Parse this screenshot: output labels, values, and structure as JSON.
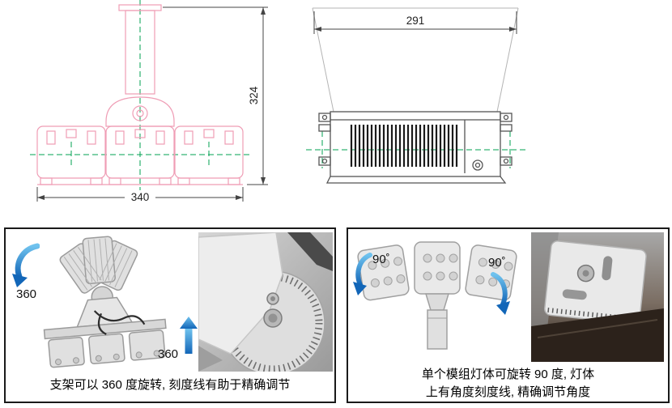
{
  "drawings": {
    "front_view": {
      "height_dim": "324",
      "width_dim": "340"
    },
    "side_view": {
      "width_dim": "291"
    }
  },
  "bracket_rotation_box": {
    "rotation_label_upper": "360",
    "rotation_label_lower": "360",
    "caption": "支架可以 360 度旋转, 刻度线有助于精确调节"
  },
  "module_rotation_box": {
    "rotation_label_left": "90˚",
    "rotation_label_right": "90˚",
    "caption_line1": "单个模组灯体可旋转 90 度, 灯体",
    "caption_line2": "上有角度刻度线, 精确调节角度"
  },
  "icons": {
    "rotate_360_curved_arrow": "curved-blue-arrow-down",
    "tilt_up_arrow": "straight-blue-arrow-up",
    "rotate_90_left_arrow": "curved-blue-arrow-down",
    "rotate_90_right_arrow": "curved-blue-arrow-down"
  },
  "colors": {
    "cad_outline_pink": "#ef9db5",
    "cad_centerline_green": "#00a050",
    "dimension_line": "#444444",
    "arrow_blue_light": "#6fc2ee",
    "arrow_blue_dark": "#1266b8",
    "box_border": "#1a1a1a"
  }
}
